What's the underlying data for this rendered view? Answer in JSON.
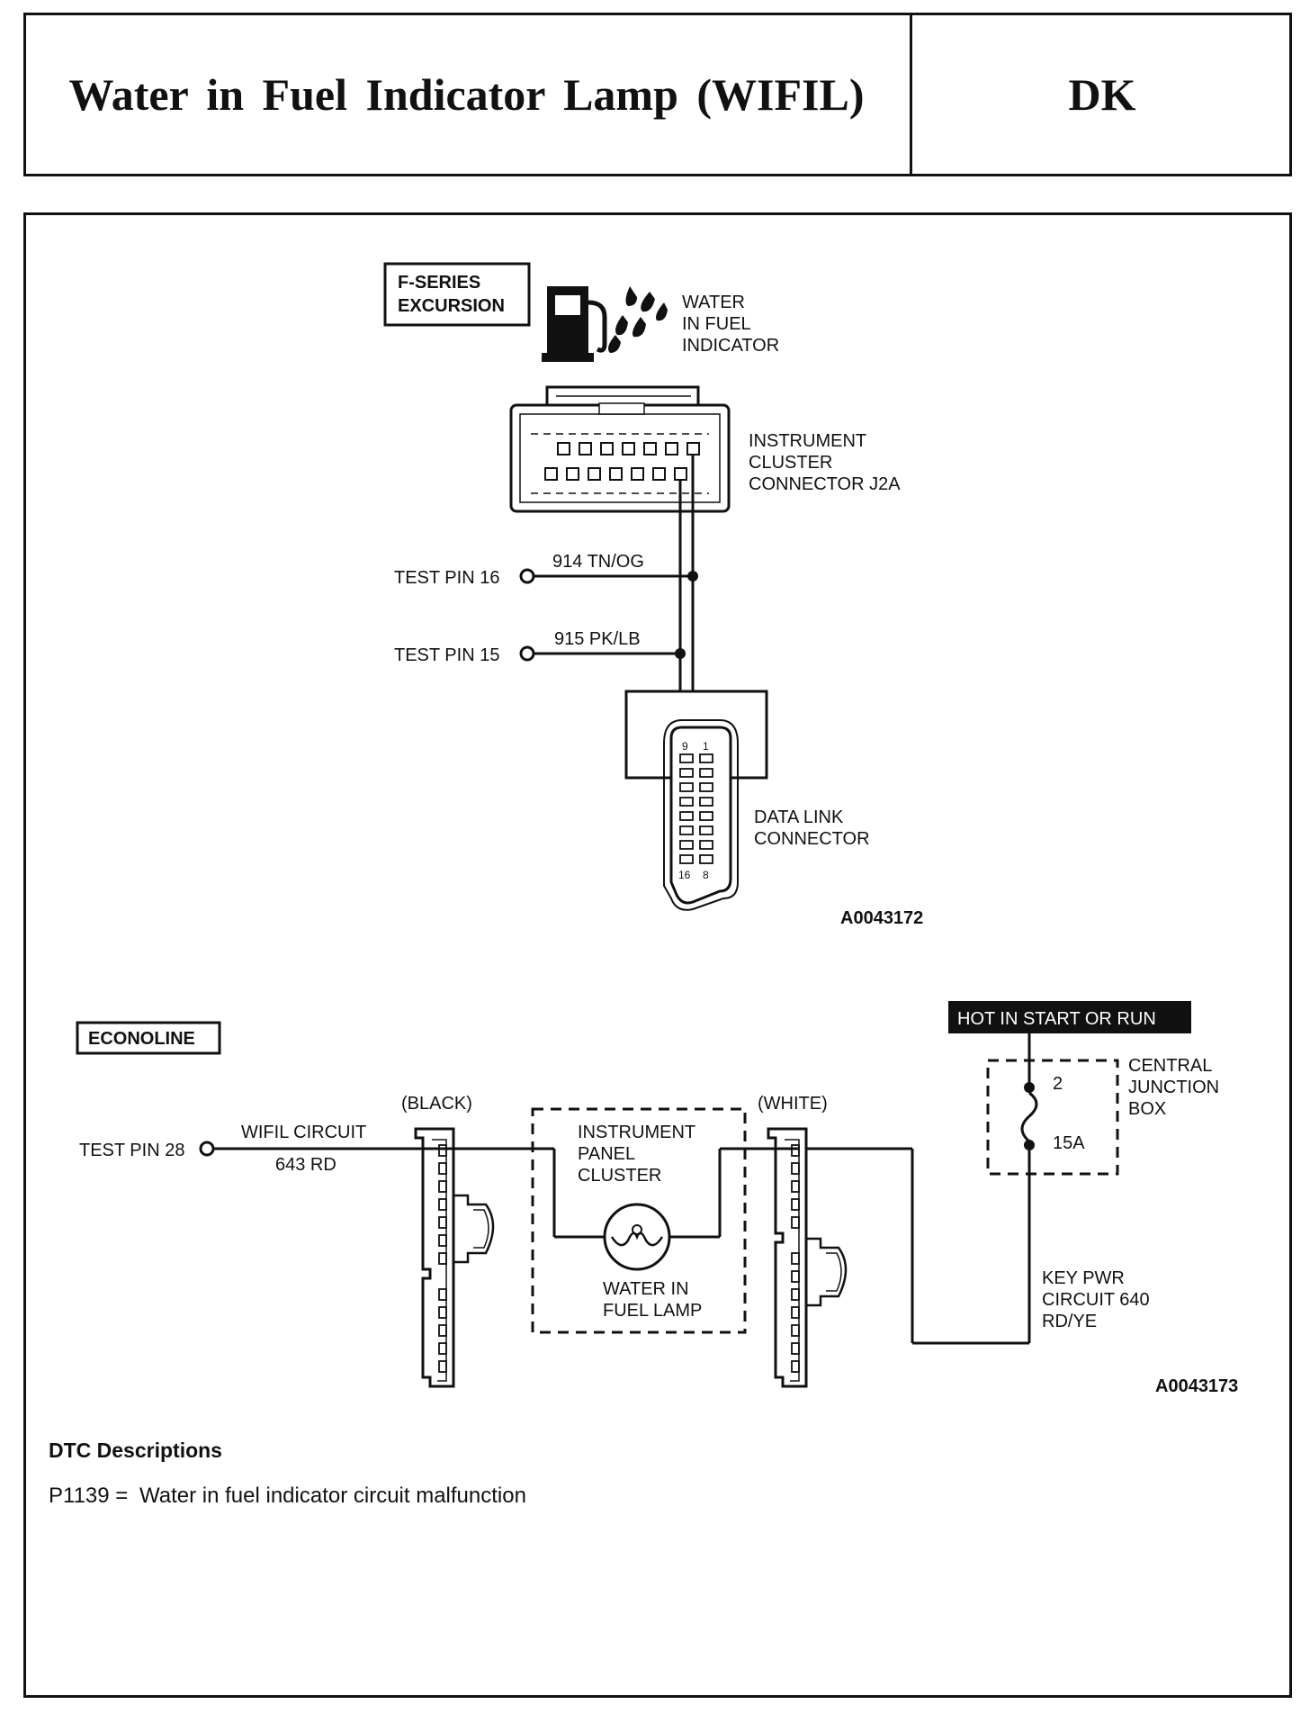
{
  "header": {
    "title": "Water in Fuel Indicator Lamp (WIFIL)",
    "code": "DK"
  },
  "diagram_top": {
    "vehicle_label_line1": "F-SERIES",
    "vehicle_label_line2": "EXCURSION",
    "indicator_label": [
      "WATER",
      "IN FUEL",
      "INDICATOR"
    ],
    "cluster_connector_label": [
      "INSTRUMENT",
      "CLUSTER",
      "CONNECTOR J2A"
    ],
    "test_pin_16": "TEST PIN 16",
    "wire_914": "914  TN/OG",
    "test_pin_15": "TEST PIN 15",
    "wire_915": "915  PK/LB",
    "dlc_pin_9": "9",
    "dlc_pin_1": "1",
    "dlc_pin_16": "16",
    "dlc_pin_8": "8",
    "dlc_label": [
      "DATA LINK",
      "CONNECTOR"
    ],
    "figure_id": "A0043172"
  },
  "diagram_bottom": {
    "vehicle_label": "ECONOLINE",
    "hot_label": "HOT IN START OR RUN",
    "junction_box_label": [
      "CENTRAL",
      "JUNCTION",
      "BOX"
    ],
    "fuse_number": "2",
    "fuse_rating": "15A",
    "black_connector": "(BLACK)",
    "white_connector": "(WHITE)",
    "test_pin_28": "TEST PIN 28",
    "wifil_circuit": "WIFIL CIRCUIT",
    "wire_643": "643 RD",
    "cluster_label": [
      "INSTRUMENT",
      "PANEL",
      "CLUSTER"
    ],
    "lamp_label": [
      "WATER IN",
      "FUEL LAMP"
    ],
    "key_pwr_label": [
      "KEY PWR",
      "CIRCUIT 640",
      "RD/YE"
    ],
    "figure_id": "A0043173"
  },
  "dtc": {
    "heading": "DTC Descriptions",
    "code": "P1139 =",
    "description": "Water in fuel indicator circuit malfunction"
  }
}
